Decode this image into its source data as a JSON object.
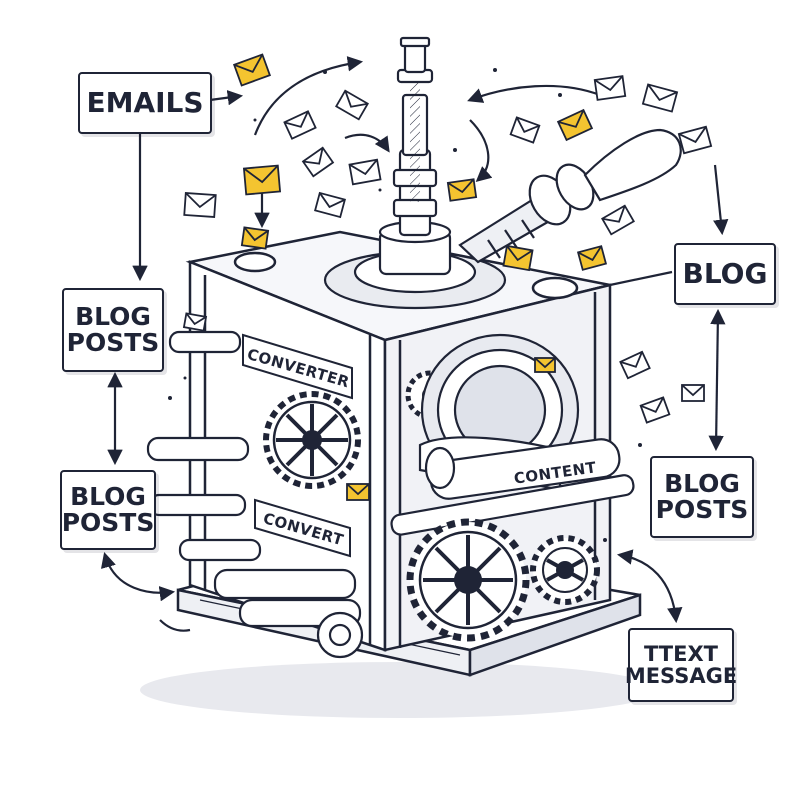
{
  "labels": {
    "emails": "EMAILS",
    "blog_posts_top": {
      "line1": "BLOG",
      "line2": "POSTS"
    },
    "blog_posts_left": {
      "line1": "BLOG",
      "line2": "POSTS"
    },
    "blog": "BLOG",
    "blog_posts_right": {
      "line1": "BLOG",
      "line2": "POSTS"
    },
    "text_message": {
      "line1": "TTEXT",
      "line2": "MESSAGE"
    }
  },
  "machine": {
    "converter_label": "CONVERTER",
    "convert_label": "CONVERT",
    "content_label": "CONTENT"
  },
  "colors": {
    "ink": "#1f2436",
    "envelope_yellow": "#f4c430",
    "envelope_white": "#ffffff",
    "background": "#ffffff"
  },
  "icons": [
    "envelope-icon",
    "gear-icon",
    "crank-handle-icon",
    "spindle-icon"
  ]
}
